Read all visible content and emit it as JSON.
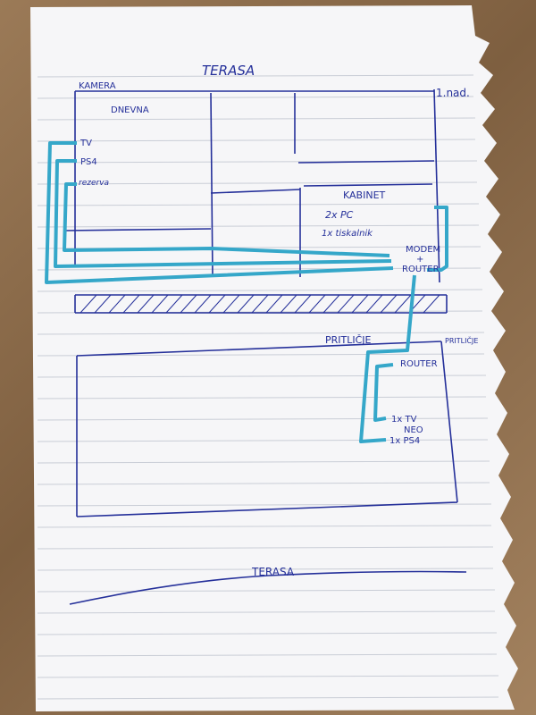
{
  "colors": {
    "paper": "#f6f6f8",
    "rule_line": "#c9cdd6",
    "ink": "#25309a",
    "cable": "#35a7c9",
    "table": "#8a6a4a"
  },
  "labels": {
    "terasa_top": "TERASA",
    "floor1": "1.nad.",
    "kamera": "KAMERA",
    "dnevna": "DNEVNA",
    "tv": "TV",
    "ps4": "PS4",
    "rezerva": "rezerva",
    "kabinet": "KABINET",
    "pc": "2x PC",
    "tiskalnik": "1x tiskalnik",
    "modem": "MODEM",
    "plus": "+",
    "router_top": "ROUTER",
    "pritlicje": "PRITLIČJE",
    "pritlicje_side": "PRITLIČJE",
    "router_ground": "ROUTER",
    "tv_ground": "1x TV",
    "neo": "NEO",
    "ps4_ground": "1x PS4",
    "terasa_bottom": "TERASA"
  }
}
